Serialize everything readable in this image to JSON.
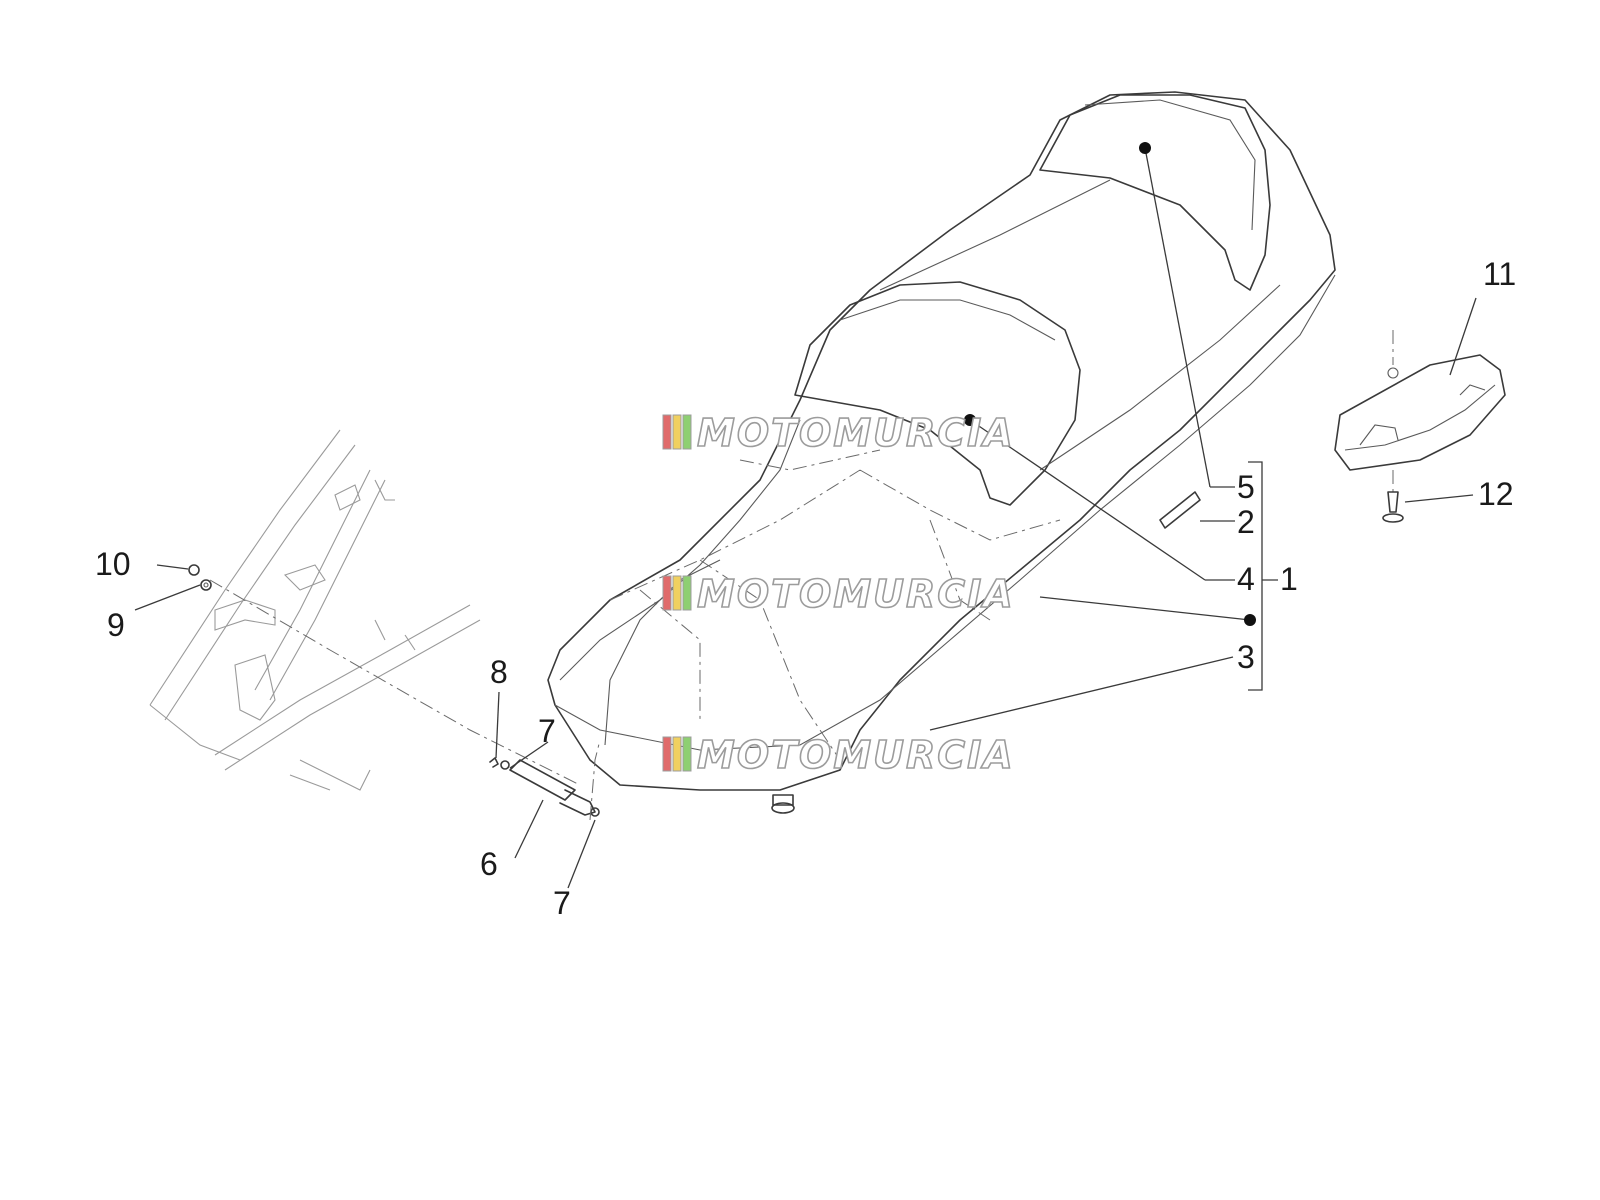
{
  "callouts": {
    "c1": "1",
    "c2": "2",
    "c3": "3",
    "c4": "4",
    "c5": "5",
    "c6": "6",
    "c7a": "7",
    "c7b": "7",
    "c8": "8",
    "c9": "9",
    "c10": "10",
    "c11": "11",
    "c12": "12"
  },
  "watermark": {
    "text": "MOTOMURCIA",
    "stripe_colors": [
      "#e06b6b",
      "#f0d060",
      "#8ecf72"
    ]
  }
}
